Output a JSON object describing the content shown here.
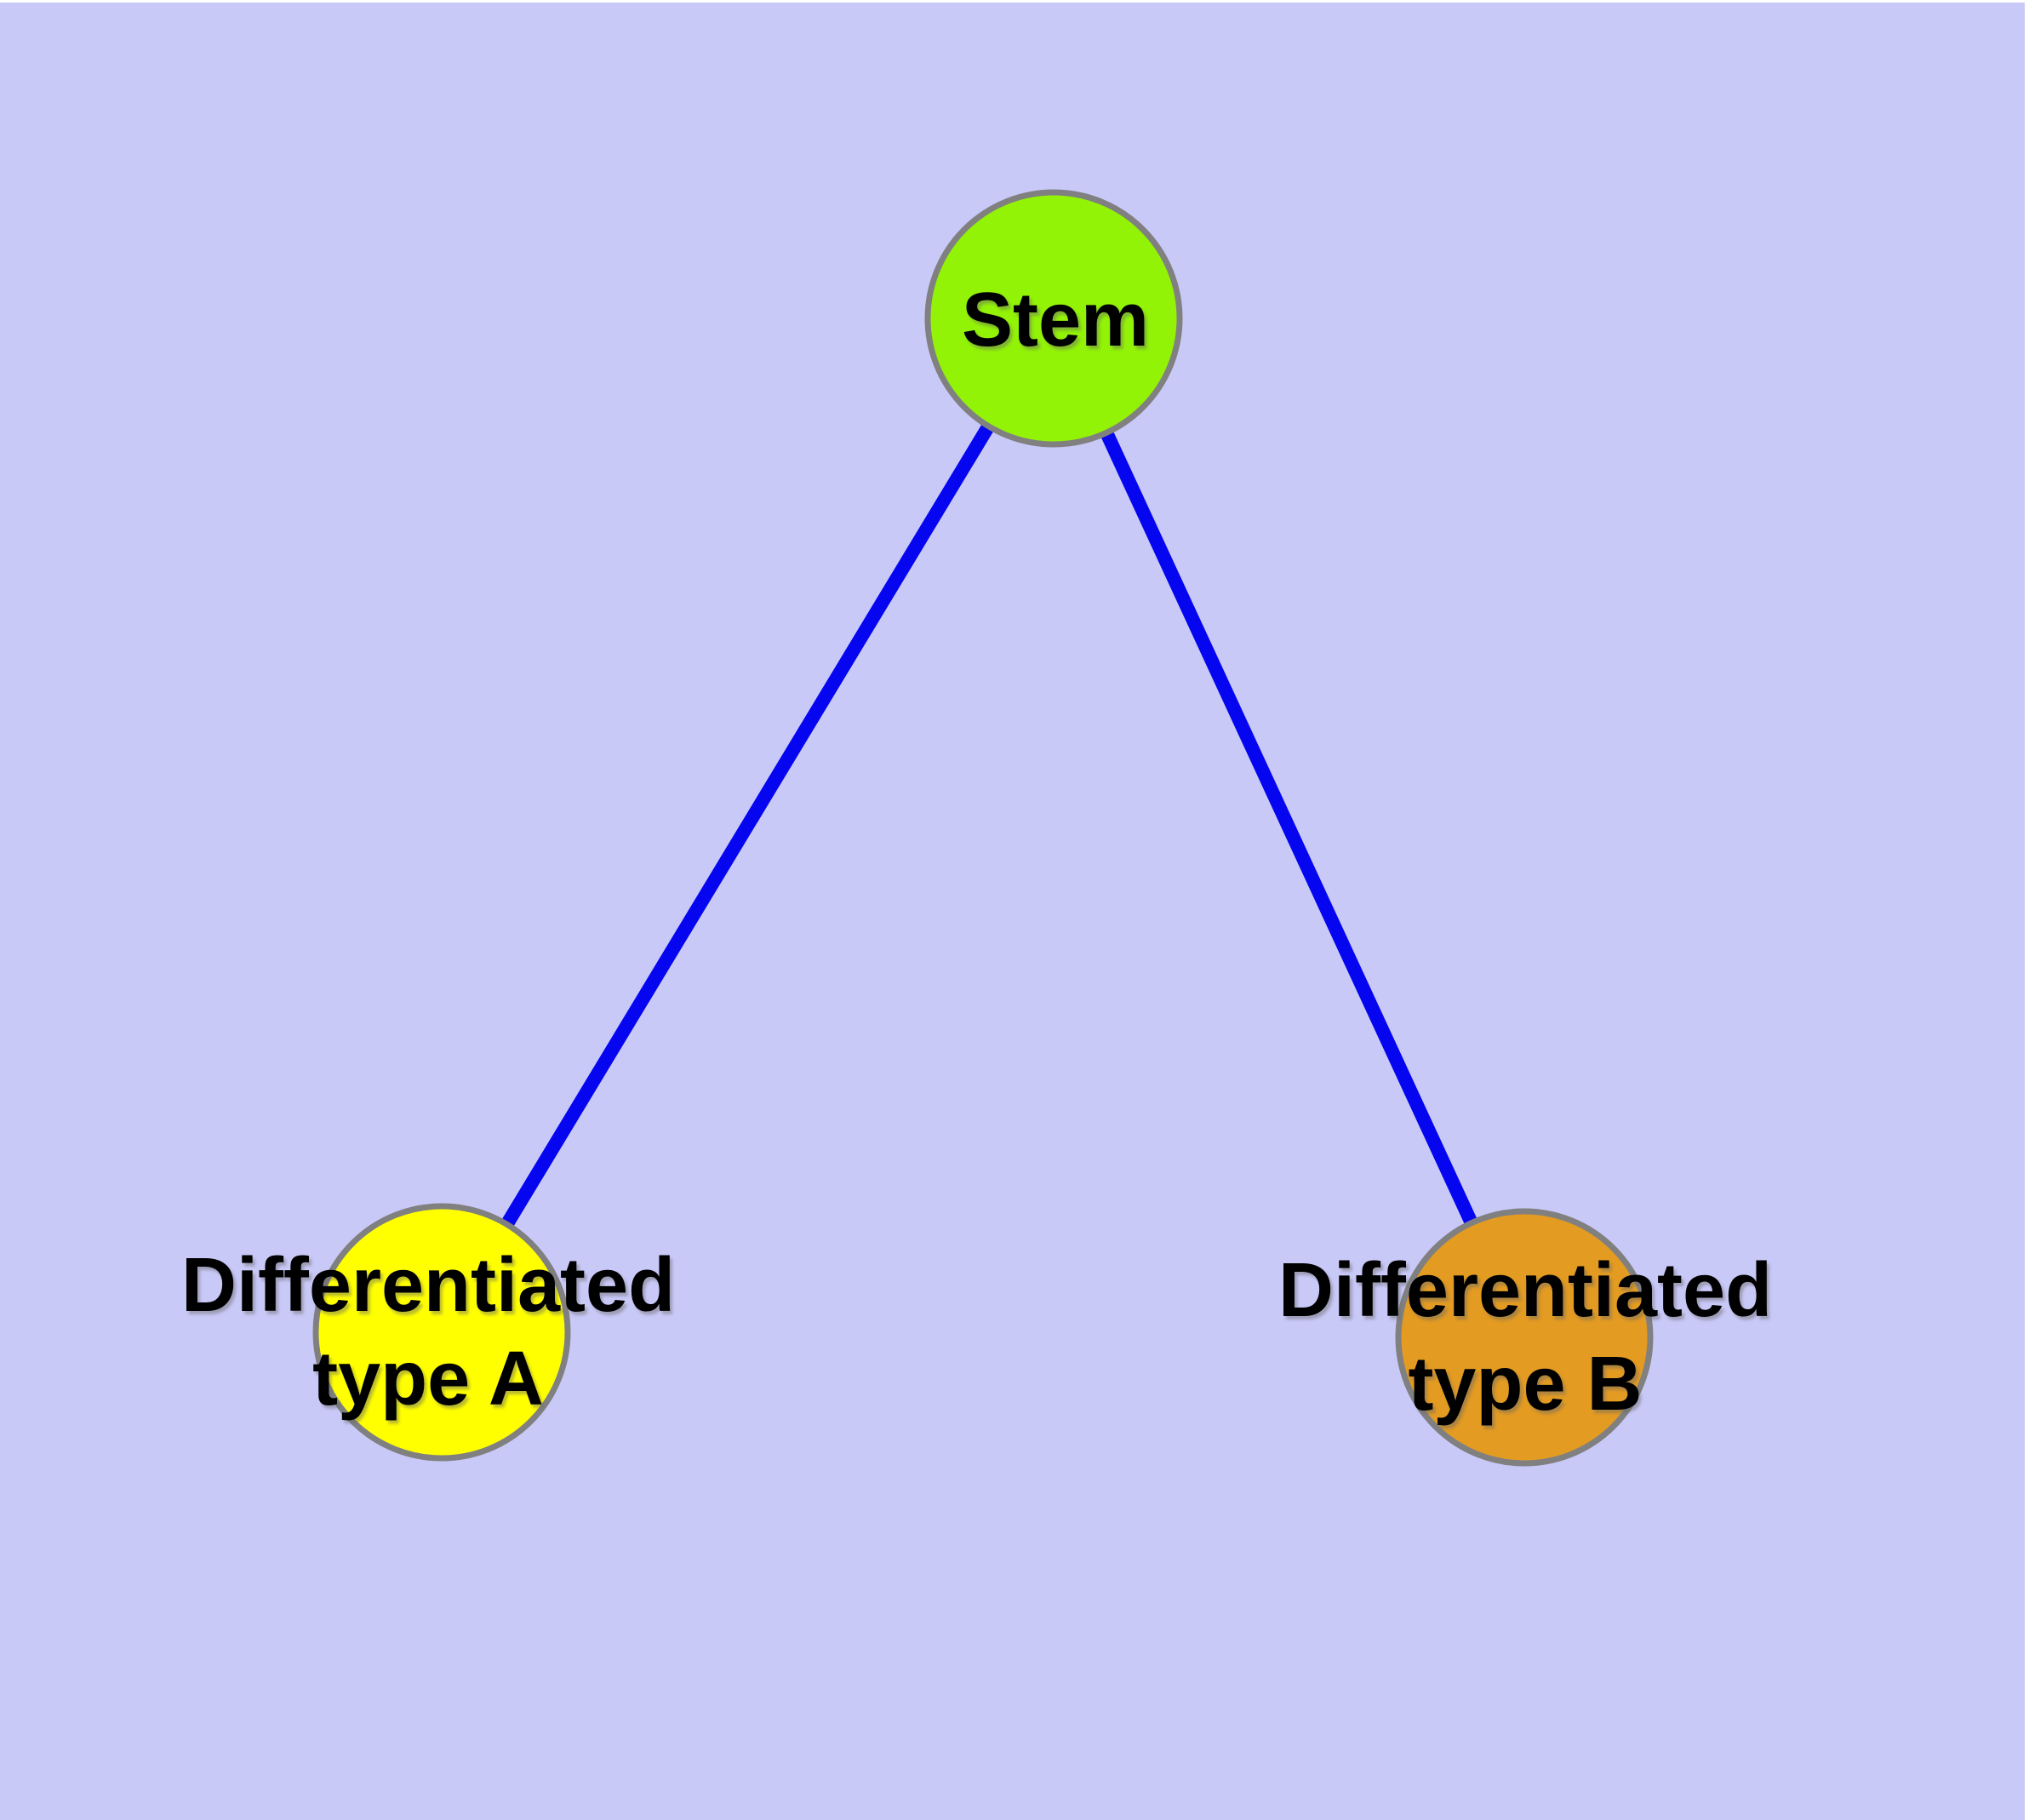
{
  "diagram": {
    "background_color": "#c9c9f8",
    "margin_color": "#ffffff",
    "edge_color": "#0505f0",
    "node_border_color": "#808080",
    "label_color": "#000000",
    "nodes": [
      {
        "id": "stem",
        "label": "Stem",
        "fill": "#92f306"
      },
      {
        "id": "diff-a",
        "label": "Differentiated type A",
        "label_lines": [
          "Differentiated",
          "type A"
        ],
        "fill": "#ffff00"
      },
      {
        "id": "diff-b",
        "label": "Differentiated type B",
        "label_lines": [
          "Differentiated",
          "type B"
        ],
        "fill": "#e39b22"
      }
    ],
    "edges": [
      {
        "from": "Stem",
        "to": "Differentiated type A"
      },
      {
        "from": "Stem",
        "to": "Differentiated type B"
      }
    ]
  }
}
